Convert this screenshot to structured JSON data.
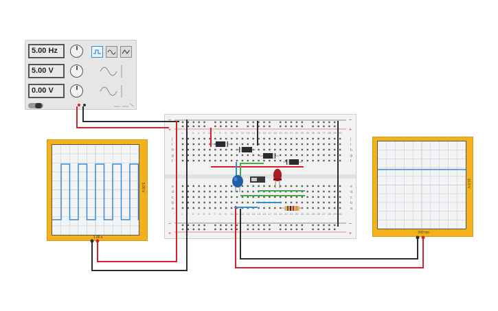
{
  "function_generator": {
    "frequency": "5.00 Hz",
    "amplitude": "5.00 V",
    "dc_offset": "0.00 V",
    "waveforms": [
      {
        "icon": "square-wave-icon",
        "selected": true
      },
      {
        "icon": "sine-wave-icon",
        "selected": false
      },
      {
        "icon": "triangle-wave-icon",
        "selected": false
      }
    ]
  },
  "oscilloscope_left": {
    "time_per_div": "1.00 s",
    "side_label": "5.00 V"
  },
  "oscilloscope_right": {
    "time_per_div": "200 ms",
    "side_label": "10.0 V"
  },
  "breadboard": {
    "columns": [
      "1",
      "2",
      "3",
      "4",
      "5",
      "6",
      "7",
      "8",
      "9",
      "10",
      "11",
      "12",
      "13",
      "14",
      "15",
      "16",
      "17",
      "18",
      "19",
      "20",
      "21",
      "22",
      "23",
      "24",
      "25",
      "26",
      "27",
      "28",
      "29",
      "30"
    ],
    "rows_top": [
      "j",
      "i",
      "h",
      "g",
      "f"
    ],
    "rows_bottom": [
      "e",
      "d",
      "c",
      "b",
      "a"
    ]
  },
  "colors": {
    "wire_red": "#d6232a",
    "wire_black": "#2b2b2b",
    "wire_green": "#3fae49",
    "wire_blue": "#2f8fd6",
    "scope_body": "#f3b11e",
    "trace": "#3a8ad6"
  }
}
